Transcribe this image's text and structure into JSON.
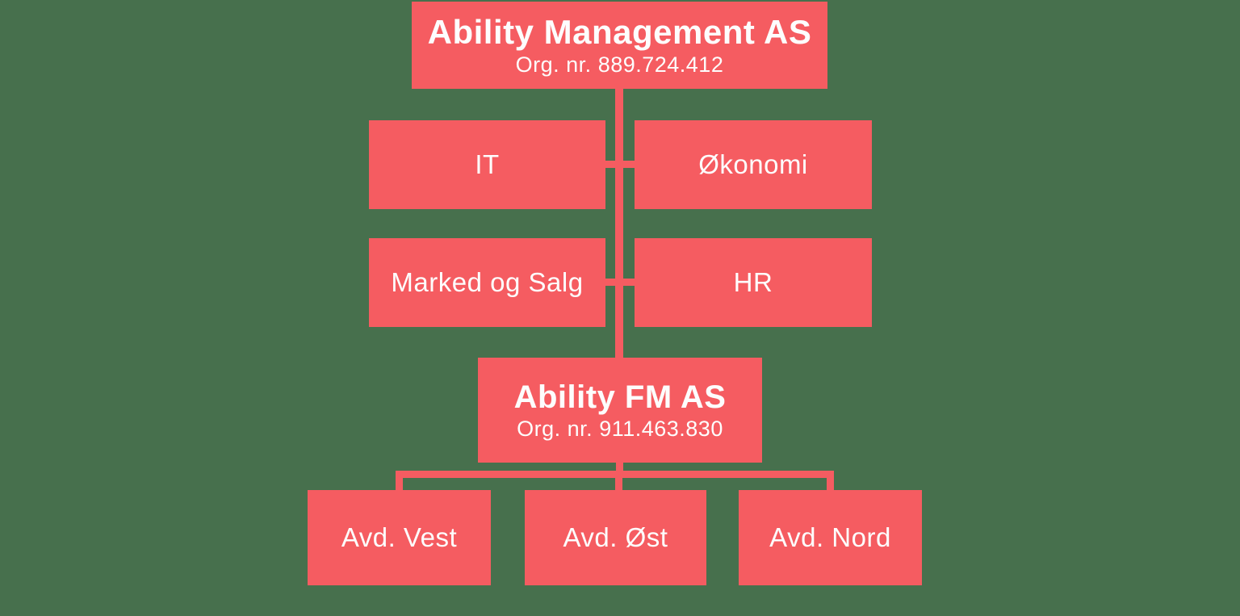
{
  "palette": {
    "background": "#47704D",
    "node_fill": "#F55C61",
    "connector": "#F55C61",
    "text": "#FDFDFD"
  },
  "org_chart": {
    "root": {
      "name": "Ability Management AS",
      "org_nr": "Org. nr. 889.724.412"
    },
    "departments": [
      {
        "label": "IT"
      },
      {
        "label": "Økonomi"
      },
      {
        "label": "Marked og Salg"
      },
      {
        "label": "HR"
      }
    ],
    "subsidiary": {
      "name": "Ability FM AS",
      "org_nr": "Org. nr. 911.463.830"
    },
    "branches": [
      {
        "label": "Avd. Vest"
      },
      {
        "label": "Avd. Øst"
      },
      {
        "label": "Avd. Nord"
      }
    ]
  }
}
